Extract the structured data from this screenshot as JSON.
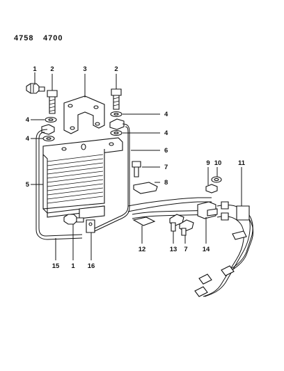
{
  "header": {
    "code_left": "4758",
    "code_right": "4700"
  },
  "callouts": [
    {
      "id": "c-1a",
      "label": "1"
    },
    {
      "id": "c-2a",
      "label": "2"
    },
    {
      "id": "c-3",
      "label": "3"
    },
    {
      "id": "c-2b",
      "label": "2"
    },
    {
      "id": "c-4a",
      "label": "4"
    },
    {
      "id": "c-4b",
      "label": "4"
    },
    {
      "id": "c-4c",
      "label": "4"
    },
    {
      "id": "c-4d",
      "label": "4"
    },
    {
      "id": "c-6",
      "label": "6"
    },
    {
      "id": "c-7a",
      "label": "7"
    },
    {
      "id": "c-8",
      "label": "8"
    },
    {
      "id": "c-9",
      "label": "9"
    },
    {
      "id": "c-10",
      "label": "10"
    },
    {
      "id": "c-11",
      "label": "11"
    },
    {
      "id": "c-5",
      "label": "5"
    },
    {
      "id": "c-12",
      "label": "12"
    },
    {
      "id": "c-13",
      "label": "13"
    },
    {
      "id": "c-7b",
      "label": "7"
    },
    {
      "id": "c-14",
      "label": "14"
    },
    {
      "id": "c-15",
      "label": "15"
    },
    {
      "id": "c-1b",
      "label": "1"
    },
    {
      "id": "c-16",
      "label": "16"
    }
  ]
}
